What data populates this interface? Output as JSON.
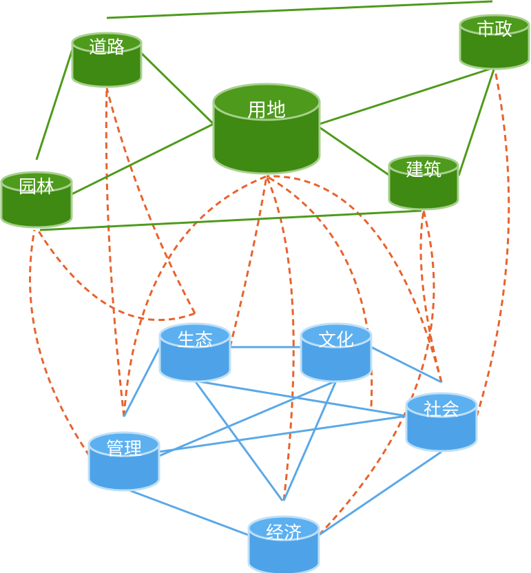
{
  "colors": {
    "green_node": "#3e8a12",
    "green_top": "#4e9a1c",
    "green_rim": "#a8d08e",
    "green_line": "#4e9a1c",
    "blue_node": "#4ea3e8",
    "blue_top": "#5cb0f0",
    "blue_rim": "#bfe0f8",
    "blue_line": "#5aa8e8",
    "dashed_line": "#e8622c"
  },
  "nodes": {
    "daolu": {
      "label": "道路",
      "group": "green"
    },
    "shizheng": {
      "label": "市政",
      "group": "green"
    },
    "yongdi": {
      "label": "用地",
      "group": "green"
    },
    "yuanlin": {
      "label": "园林",
      "group": "green"
    },
    "jianzhu": {
      "label": "建筑",
      "group": "green"
    },
    "shengtai": {
      "label": "生态",
      "group": "blue"
    },
    "wenhua": {
      "label": "文化",
      "group": "blue"
    },
    "shehui": {
      "label": "社会",
      "group": "blue"
    },
    "guanli": {
      "label": "管理",
      "group": "blue"
    },
    "jingji": {
      "label": "经济",
      "group": "blue"
    }
  },
  "green_edges": [
    [
      "daolu",
      "shizheng"
    ],
    [
      "daolu",
      "yuanlin"
    ],
    [
      "daolu",
      "yongdi"
    ],
    [
      "yongdi",
      "yuanlin"
    ],
    [
      "yongdi",
      "shizheng"
    ],
    [
      "yongdi",
      "jianzhu"
    ],
    [
      "shizheng",
      "jianzhu"
    ],
    [
      "yuanlin",
      "jianzhu"
    ]
  ],
  "blue_edges": [
    [
      "shengtai",
      "wenhua"
    ],
    [
      "shengtai",
      "guanli"
    ],
    [
      "shengtai",
      "shehui"
    ],
    [
      "shengtai",
      "jingji"
    ],
    [
      "wenhua",
      "shehui"
    ],
    [
      "wenhua",
      "guanli"
    ],
    [
      "wenhua",
      "jingji"
    ],
    [
      "guanli",
      "shehui"
    ],
    [
      "guanli",
      "jingji"
    ],
    [
      "shehui",
      "jingji"
    ]
  ],
  "dashed_edges": [
    [
      "shengtai",
      "daolu"
    ],
    [
      "shengtai",
      "yuanlin"
    ],
    [
      "shengtai",
      "yongdi"
    ],
    [
      "guanli",
      "daolu"
    ],
    [
      "guanli",
      "yuanlin"
    ],
    [
      "guanli",
      "yongdi"
    ],
    [
      "wenhua",
      "yongdi"
    ],
    [
      "shehui",
      "yongdi"
    ],
    [
      "shehui",
      "jianzhu"
    ],
    [
      "shehui",
      "shizheng"
    ],
    [
      "jingji",
      "yongdi"
    ],
    [
      "jingji",
      "jianzhu"
    ]
  ]
}
